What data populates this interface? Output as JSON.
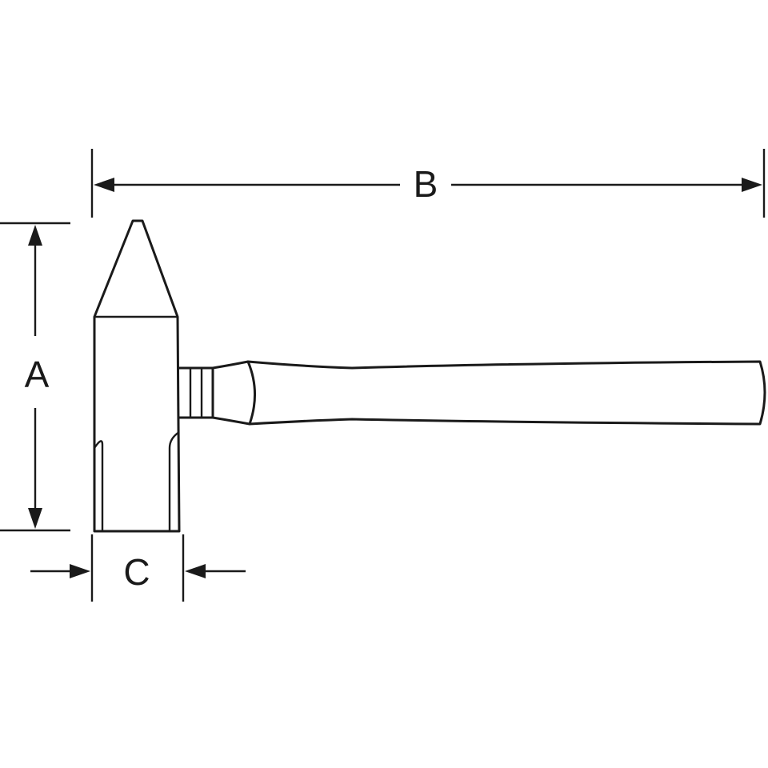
{
  "dimensions": {
    "height": {
      "label": "A"
    },
    "length": {
      "label": "B"
    },
    "width": {
      "label": "C"
    }
  },
  "colors": {
    "line": "#1a1a1a",
    "background": "#ffffff"
  }
}
